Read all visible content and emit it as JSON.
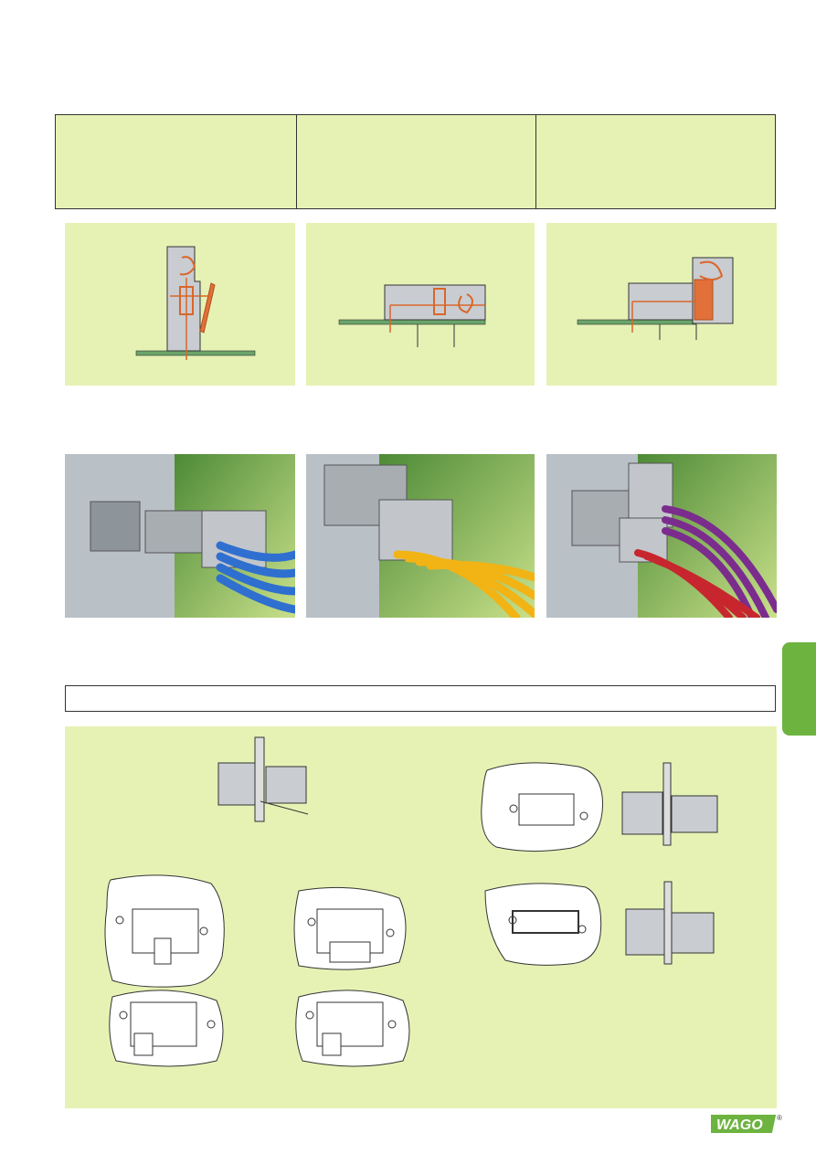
{
  "brand": {
    "logo_text": "WAGO",
    "registered": "®",
    "accent": "#6db33f",
    "panel_bg": "#e6f2b4"
  },
  "diagrams": [
    {
      "name": "vertical-pcb-connection"
    },
    {
      "name": "horizontal-pcb-connection"
    },
    {
      "name": "angled-pcb-connection"
    }
  ],
  "photos": [
    {
      "name": "photo-blue-wires",
      "wire_color": "#2f6fd0"
    },
    {
      "name": "photo-yellow-wires",
      "wire_color": "#f2b315"
    },
    {
      "name": "photo-red-purple-wires",
      "wire_color": "#c8262e",
      "wire_color_2": "#7b2d8e"
    }
  ]
}
